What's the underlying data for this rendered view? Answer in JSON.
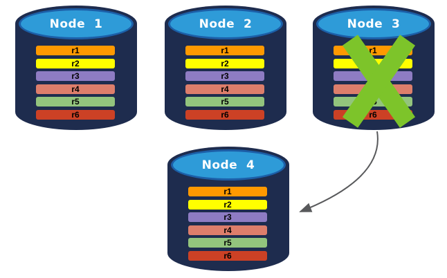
{
  "canvas": {
    "background": "#FFFFFF"
  },
  "style": {
    "body_color": "#1E2C4E",
    "top_fill": "#2E9BD8",
    "top_border": "#1C5FA8",
    "title_color": "#FFFFFF",
    "row_text_color": "#000000",
    "x_color": "#7DC42A",
    "arrow_color": "#58595B"
  },
  "nodes": [
    {
      "title": "Node  1",
      "rows": [
        {
          "label": "r1",
          "color": "#FF9900"
        },
        {
          "label": "r2",
          "color": "#FFFF00"
        },
        {
          "label": "r3",
          "color": "#8E7CC3"
        },
        {
          "label": "r4",
          "color": "#DD7E6B"
        },
        {
          "label": "r5",
          "color": "#93C47D"
        },
        {
          "label": "r6",
          "color": "#CC4125"
        }
      ]
    },
    {
      "title": "Node  2",
      "rows": [
        {
          "label": "r1",
          "color": "#FF9900"
        },
        {
          "label": "r2",
          "color": "#FFFF00"
        },
        {
          "label": "r3",
          "color": "#8E7CC3"
        },
        {
          "label": "r4",
          "color": "#DD7E6B"
        },
        {
          "label": "r5",
          "color": "#93C47D"
        },
        {
          "label": "r6",
          "color": "#CC4125"
        }
      ]
    },
    {
      "title": "Node  3",
      "failed": true,
      "rows": [
        {
          "label": "r1",
          "color": "#FF9900"
        },
        {
          "label": "r2",
          "color": "#FFFF00"
        },
        {
          "label": "r3",
          "color": "#8E7CC3"
        },
        {
          "label": "r4",
          "color": "#DD7E6B"
        },
        {
          "label": "r5",
          "color": "#93C47D"
        },
        {
          "label": "r6",
          "color": "#CC4125"
        }
      ]
    },
    {
      "title": "Node  4",
      "rows": [
        {
          "label": "r1",
          "color": "#FF9900"
        },
        {
          "label": "r2",
          "color": "#FFFF00"
        },
        {
          "label": "r3",
          "color": "#8E7CC3"
        },
        {
          "label": "r4",
          "color": "#DD7E6B"
        },
        {
          "label": "r5",
          "color": "#93C47D"
        },
        {
          "label": "r6",
          "color": "#CC4125"
        }
      ]
    }
  ]
}
